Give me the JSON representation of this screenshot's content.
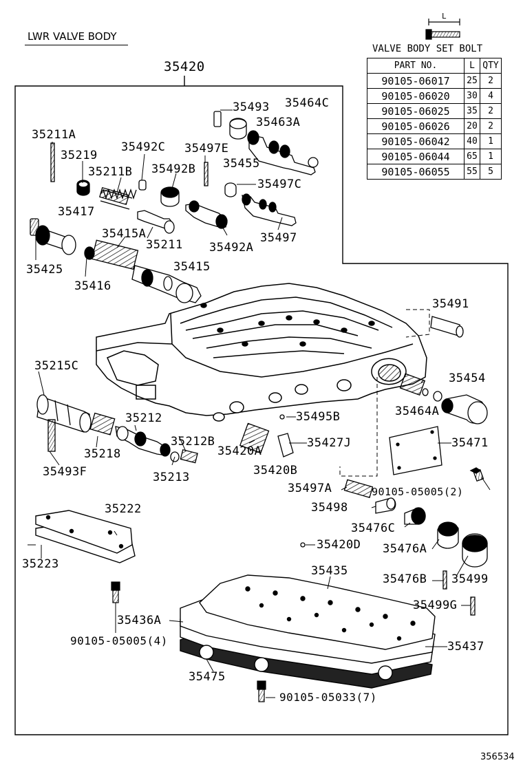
{
  "title": "LWR VALVE BODY",
  "assembly_number": "35420",
  "bolt_table": {
    "caption": "VALVE BODY SET BOLT",
    "icon_label": "L",
    "headers": [
      "PART NO.",
      "L",
      "QTY"
    ],
    "rows": [
      {
        "part": "90105-06017",
        "l": "25",
        "qty": "2"
      },
      {
        "part": "90105-06020",
        "l": "30",
        "qty": "4"
      },
      {
        "part": "90105-06025",
        "l": "35",
        "qty": "2"
      },
      {
        "part": "90105-06026",
        "l": "20",
        "qty": "2"
      },
      {
        "part": "90105-06042",
        "l": "40",
        "qty": "1"
      },
      {
        "part": "90105-06044",
        "l": "65",
        "qty": "1"
      },
      {
        "part": "90105-06055",
        "l": "55",
        "qty": "5"
      }
    ]
  },
  "parts": [
    "35493",
    "35464C",
    "35463A",
    "35211A",
    "35492C",
    "35497E",
    "35219",
    "35455",
    "35492B",
    "35211B",
    "35497C",
    "35417",
    "35415A",
    "35211",
    "35497",
    "35492A",
    "35425",
    "35416",
    "35415",
    "35491",
    "35215C",
    "35454",
    "35464A",
    "35212",
    "35495B",
    "35212B",
    "35427J",
    "35218",
    "35420A",
    "35471",
    "35493F",
    "35213",
    "35420B",
    "35497A",
    "90105-05005(2)",
    "35222",
    "35498",
    "35476C",
    "35420D",
    "35476A",
    "35223",
    "35435",
    "35476B",
    "35499",
    "35499G",
    "35436A",
    "90105-05005(4)",
    "35437",
    "35475",
    "90105-05033(7)"
  ],
  "reference_number": "356534"
}
